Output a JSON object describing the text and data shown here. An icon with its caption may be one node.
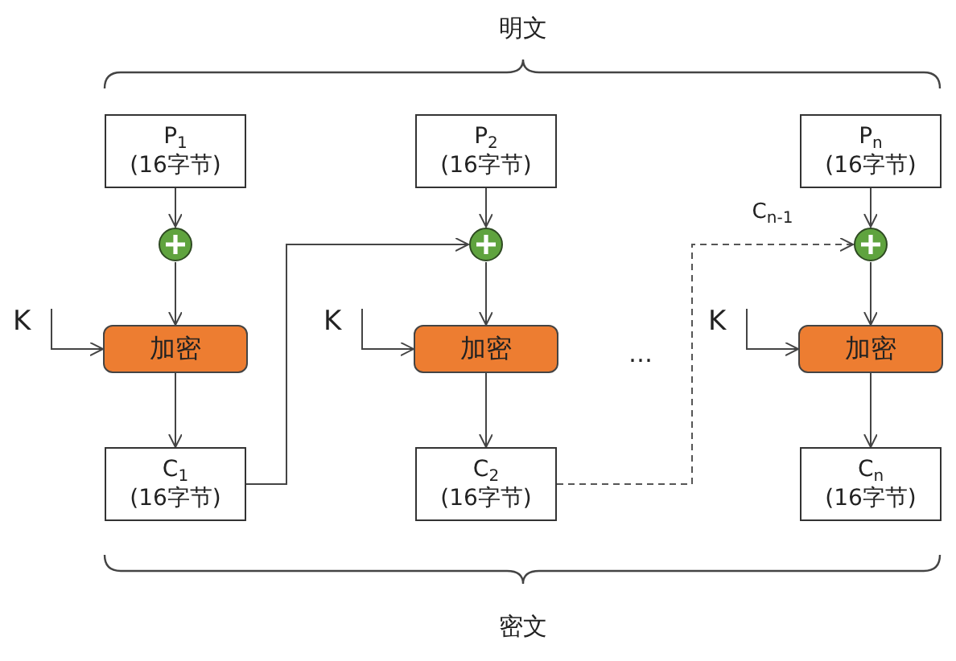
{
  "diagram": {
    "nodes": [
      {
        "text": [
          "P$_{1}$",
          "(16字节)"
        ]
      },
      {
        "text": [],
        "shape": "circle"
      },
      {
        "text": [
          "K"
        ]
      },
      {
        "text": [
          "加密"
        ]
      },
      {
        "text": [
          "C$_{1}$",
          "(16字节)"
        ]
      },
      {
        "text": [
          "P$_{2}$",
          "(16字节)"
        ]
      },
      {
        "text": [],
        "shape": "circle"
      },
      {
        "text": [
          "K"
        ]
      },
      {
        "text": [
          "加密"
        ]
      },
      {
        "text": [
          "C$_{2}$",
          "(16字节)"
        ]
      },
      {
        "text": [
          "P$_{n}$",
          "(16字节)"
        ]
      },
      {
        "text": [],
        "shape": "circle"
      },
      {
        "text": [
          "K"
        ]
      },
      {
        "text": [
          "加密"
        ]
      },
      {
        "text": [
          "C$_{n}$",
          "(16字节)"
        ]
      }
    ],
    "edges": [
      {
        "from": 0,
        "to": 1,
        "arrow": "to"
      },
      {
        "from": 1,
        "to": 3,
        "arrow": "to"
      },
      {
        "from": 2,
        "to": 3,
        "arrow": "to"
      },
      {
        "from": 3,
        "to": 4,
        "arrow": "to"
      },
      {
        "from": 4,
        "to": 6,
        "arrow": "to"
      },
      {
        "from": 5,
        "to": 6,
        "arrow": "to"
      },
      {
        "from": 6,
        "to": 8,
        "arrow": "to"
      },
      {
        "from": 7,
        "to": 8,
        "arrow": "to"
      },
      {
        "from": 8,
        "to": 9,
        "arrow": "to"
      },
      {
        "from": 9,
        "to": 11,
        "arrow": "to",
        "label": "C$_{n-1}$",
        "style": "dashed"
      },
      {
        "from": 10,
        "to": 11,
        "arrow": "to"
      },
      {
        "from": 11,
        "to": 13,
        "arrow": "to"
      },
      {
        "from": 12,
        "to": 13,
        "arrow": "to"
      },
      {
        "from": 13,
        "to": 14,
        "arrow": "to"
      }
    ],
    "labels": [
      "明文",
      "…",
      "密文"
    ]
  }
}
